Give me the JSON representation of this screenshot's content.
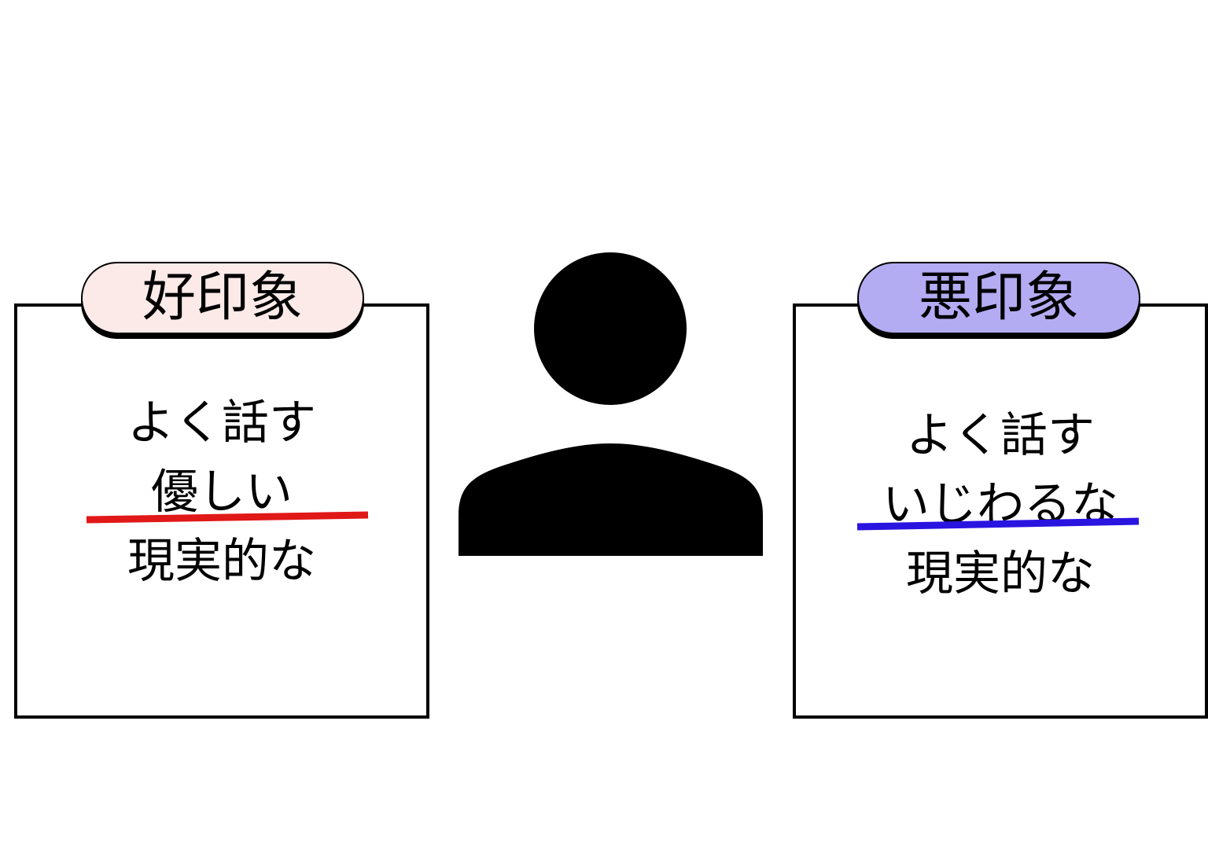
{
  "left_card": {
    "title": "好印象",
    "title_bg": "#fbeae8",
    "items": [
      "よく話す",
      "優しい",
      "現実的な"
    ],
    "underline_color": "#e01818"
  },
  "right_card": {
    "title": "悪印象",
    "title_bg": "#b3acf2",
    "items": [
      "よく話す",
      "いじわるな",
      "現実的な"
    ],
    "underline_color": "#2a14e0"
  }
}
